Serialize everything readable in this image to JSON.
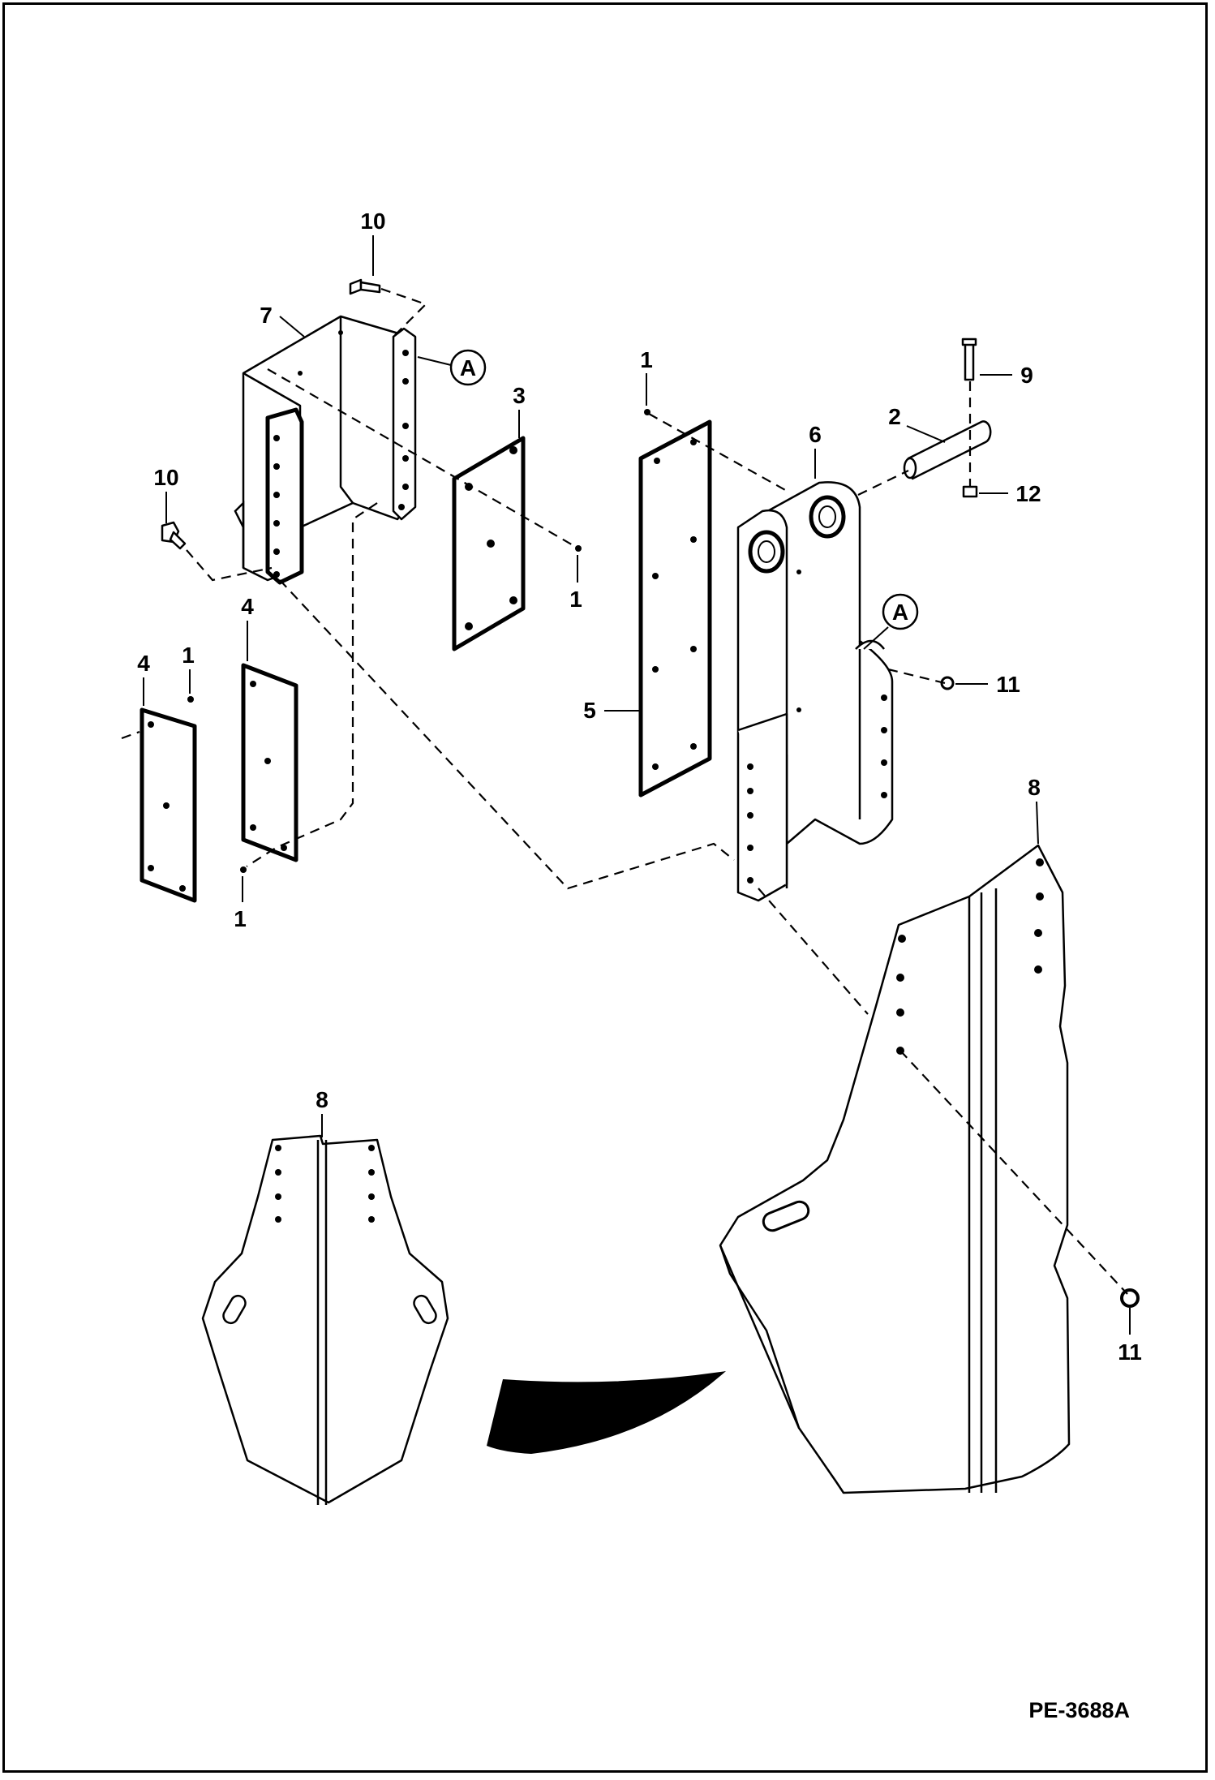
{
  "drawing": {
    "code": "PE-3688A",
    "reference_marker": "A"
  },
  "callouts": {
    "c1": "1",
    "c2": "2",
    "c3": "3",
    "c4": "4",
    "c5": "5",
    "c6": "6",
    "c7": "7",
    "c8": "8",
    "c9": "9",
    "c10": "10",
    "c11": "11",
    "c12": "12"
  }
}
